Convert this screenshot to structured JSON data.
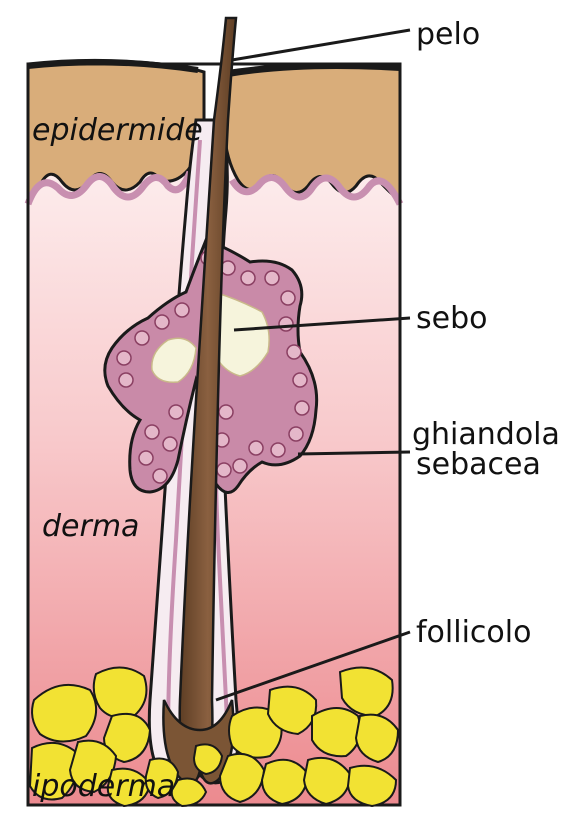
{
  "labels": {
    "pelo": "pelo",
    "epidermide": "epidermide",
    "sebo": "sebo",
    "ghiandola_line1": "ghiandola",
    "ghiandola_line2": "sebacea",
    "derma": "derma",
    "follicolo": "follicolo",
    "ipoderma": "ipoderma"
  },
  "colors": {
    "epidermis": "#d9ad7a",
    "dermis_top": "#fde9ea",
    "dermis_bottom": "#ee8a8e",
    "hair": "#7b5535",
    "gland": "#c98aa8",
    "sebum": "#f6f4dc",
    "fat": "#f2e233",
    "outline": "#1a1a1a"
  }
}
